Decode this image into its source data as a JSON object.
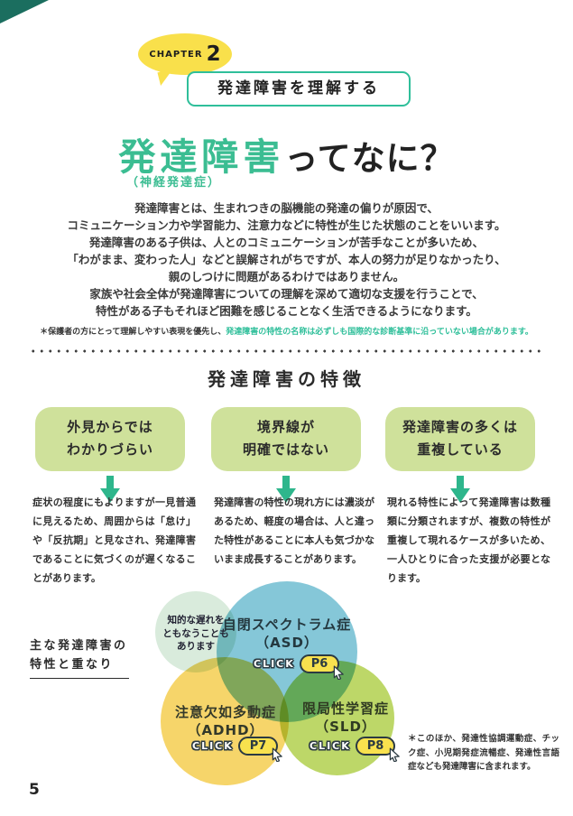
{
  "header": {
    "chapter_label": "CHAPTER",
    "chapter_number": "2",
    "chapter_title": "発達障害を理解する"
  },
  "title": {
    "main_green": "発達障害",
    "main_black": "ってなに？",
    "subtitle": "（神経発達症）"
  },
  "intro": {
    "lines": [
      "発達障害とは、生まれつきの脳機能の発達の偏りが原因で、",
      "コミュニケーション力や学習能力、注意力などに特性が生じた状態のことをいいます。",
      "発達障害のある子供は、人とのコミュニケーションが苦手なことが多いため、",
      "「わがまま、変わった人」などと誤解されがちですが、本人の努力が足りなかったり、",
      "親のしつけに問題があるわけではありません。",
      "家族や社会全体が発達障害についての理解を深めて適切な支援を行うことで、",
      "特性がある子もそれほど困難を感じることなく生活できるようになります。"
    ],
    "note_black": "＊保護者の方にとって理解しやすい表現を優先し、",
    "note_green": "発達障害の特性の名称は必ずしも国際的な診断基準に沿っていない場合があります。"
  },
  "features": {
    "heading": "発達障害の特徴",
    "items": [
      {
        "title_line1": "外見からでは",
        "title_line2": "わかりづらい",
        "body": "症状の程度にもよりますが一見普通に見えるため、周囲からは「怠け」や「反抗期」と見なされ、発達障害であることに気づくのが遅くなることがあります。"
      },
      {
        "title_line1": "境界線が",
        "title_line2": "明確ではない",
        "body": "発達障害の特性の現れ方には濃淡があるため、軽度の場合は、人と違った特性があることに本人も気づかないまま成長することがあります。"
      },
      {
        "title_line1": "発達障害の多くは",
        "title_line2": "重複している",
        "body": "現れる特性によって発達障害は数種類に分類されますが、複数の特性が重複して現れるケースが多いため、一人ひとりに合った支援が必要となります。"
      }
    ]
  },
  "venn": {
    "label_line1": "主な発達障害の",
    "label_line2": "特性と重なり",
    "intellectual_note_line1": "知的な遅れを",
    "intellectual_note_line2": "ともなうことも",
    "intellectual_note_line3": "あります",
    "circles": [
      {
        "name": "自閉スペクトラム症",
        "abbr": "（ASD）",
        "click": "CLICK",
        "page": "P6",
        "color": "#85c7d8"
      },
      {
        "name": "注意欠如多動症",
        "abbr": "（ADHD）",
        "click": "CLICK",
        "page": "P7",
        "color": "#f6d56a"
      },
      {
        "name": "限局性学習症",
        "abbr": "（SLD）",
        "click": "CLICK",
        "page": "P8",
        "color": "#bdd768"
      }
    ],
    "footnote": "＊このほか、発達性協調運動症、チック症、小児期発症流暢症、発達性言語症なども発達障害に含まれます。"
  },
  "page": {
    "number": "5"
  },
  "colors": {
    "accent_teal": "#2fbf9a",
    "title_green": "#3bbd92",
    "bubble_yellow": "#f9e04b",
    "box_green": "#cfe19b",
    "pill_yellow": "#f8e14e"
  }
}
